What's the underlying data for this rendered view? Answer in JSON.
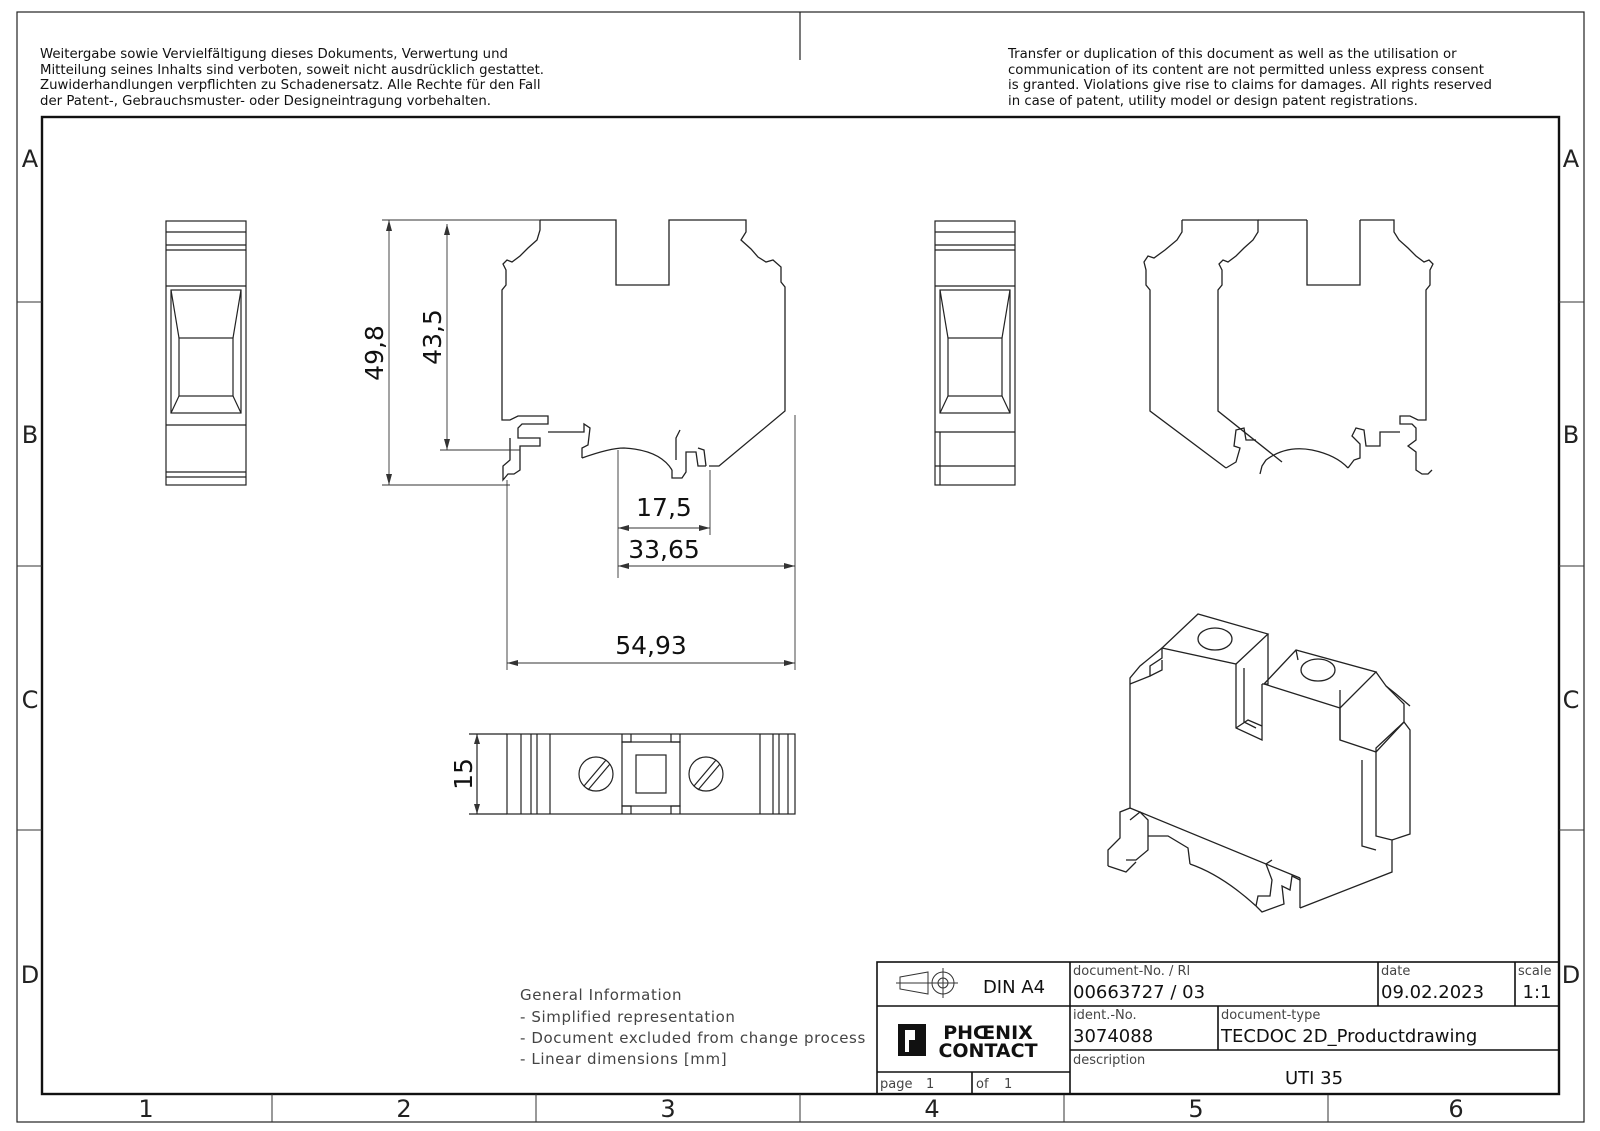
{
  "notice": {
    "de": [
      "Weitergabe sowie Vervielfältigung dieses Dokuments, Verwertung und",
      "Mitteilung seines Inhalts sind verboten, soweit nicht ausdrücklich gestattet.",
      "Zuwiderhandlungen verpflichten zu Schadenersatz. Alle Rechte für den Fall",
      "der Patent-, Gebrauchsmuster- oder Designeintragung vorbehalten."
    ],
    "en": [
      "Transfer or duplication of this document as well as the utilisation or",
      "communication of its content are not permitted unless express consent",
      "is granted. Violations give rise to claims for damages. All rights reserved",
      "in case of patent, utility model or design patent registrations."
    ]
  },
  "zones": {
    "rows": [
      "A",
      "B",
      "C",
      "D"
    ],
    "cols": [
      "1",
      "2",
      "3",
      "4",
      "5",
      "6"
    ]
  },
  "dimensions": {
    "height_total": "49,8",
    "height_inner": "43,5",
    "width_17": "17,5",
    "width_33": "33,65",
    "width_54": "54,93",
    "depth": "15"
  },
  "general_info": {
    "title": "General Information",
    "items": [
      "- Simplified representation",
      "- Document excluded from change process",
      "- Linear dimensions [mm]"
    ]
  },
  "title_block": {
    "format": "DIN A4",
    "logo_line1": "PHŒNIX",
    "logo_line2": "CONTACT",
    "page_label": "page",
    "page_value": "1",
    "of_label": "of",
    "of_value": "1",
    "doc_no_label": "document-No. / Rl",
    "doc_no_value": "00663727 / 03",
    "date_label": "date",
    "date_value": "09.02.2023",
    "scale_label": "scale",
    "scale_value": "1:1",
    "ident_label": "ident.-No.",
    "ident_value": "3074088",
    "doctype_label": "document-type",
    "doctype_value": "TECDOC 2D_Productdrawing",
    "desc_label": "description",
    "desc_value": "UTI 35"
  }
}
